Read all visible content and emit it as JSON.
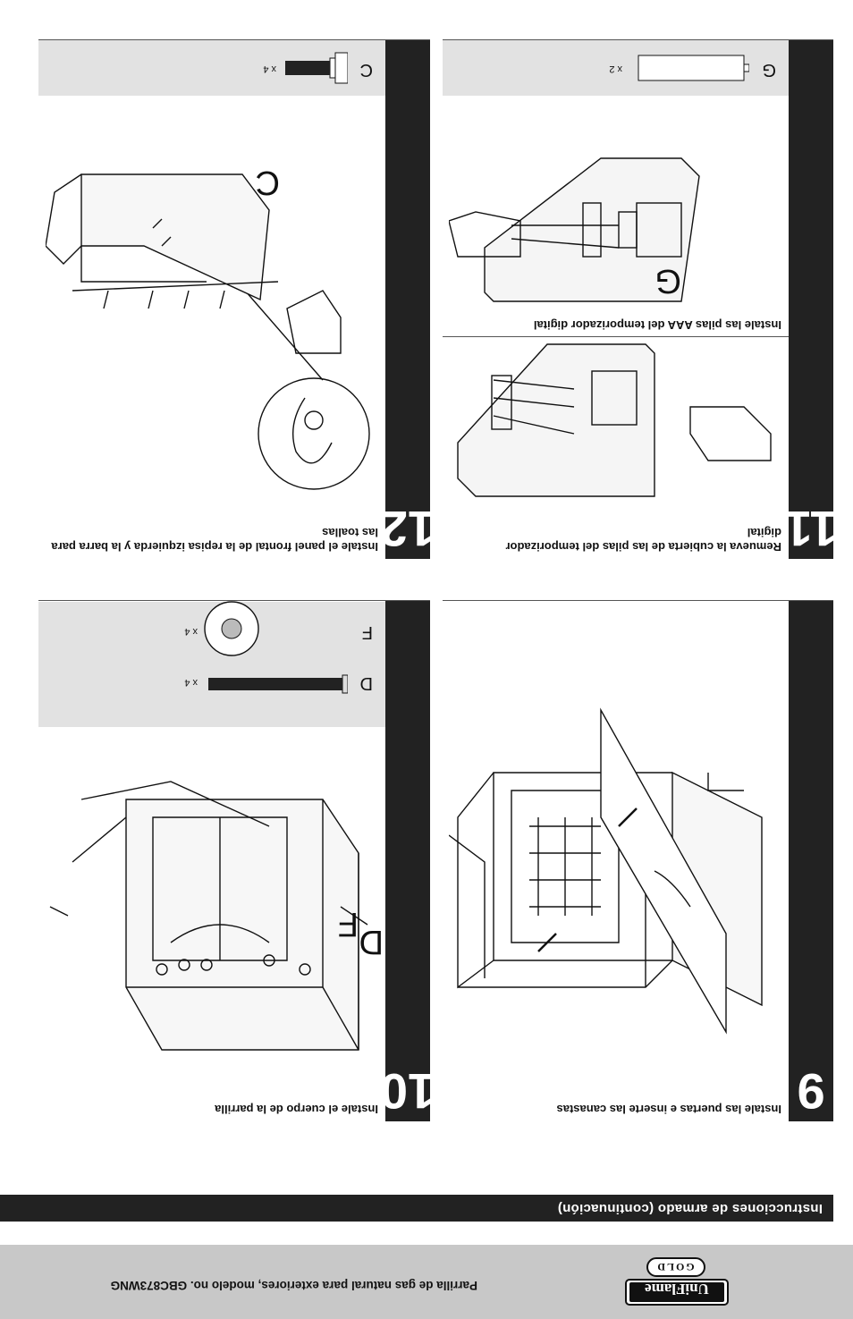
{
  "footer": {
    "brand": "UniFlame",
    "brand_badge": "GOLD",
    "model_text": "Parrilla de gas natural para exteriores, modelo no. GBC873WNG"
  },
  "section": {
    "title": "Instrucciones de armado (continuación)"
  },
  "steps": [
    {
      "number": "9",
      "title": "Instale las puertas e inserte las canastas"
    },
    {
      "number": "10",
      "title": "Instale el cuerpo de la parrilla",
      "parts": [
        {
          "letter": "D",
          "qty": "x 4"
        },
        {
          "letter": "F",
          "qty": "x 4"
        }
      ],
      "callouts": [
        "D",
        "F"
      ]
    },
    {
      "number": "11",
      "title": "Remueva la cubierta de las pilas del temporizador digital",
      "subtitle": "Instale las pilas AAA del temporizador digital",
      "parts": [
        {
          "letter": "G",
          "qty": "x 2"
        }
      ],
      "callouts": [
        "G"
      ]
    },
    {
      "number": "12",
      "title": "Instale el panel frontal de la repisa izquierda y la barra para las toallas",
      "parts": [
        {
          "letter": "C",
          "qty": "x 4"
        }
      ],
      "callouts": [
        "C"
      ]
    }
  ]
}
